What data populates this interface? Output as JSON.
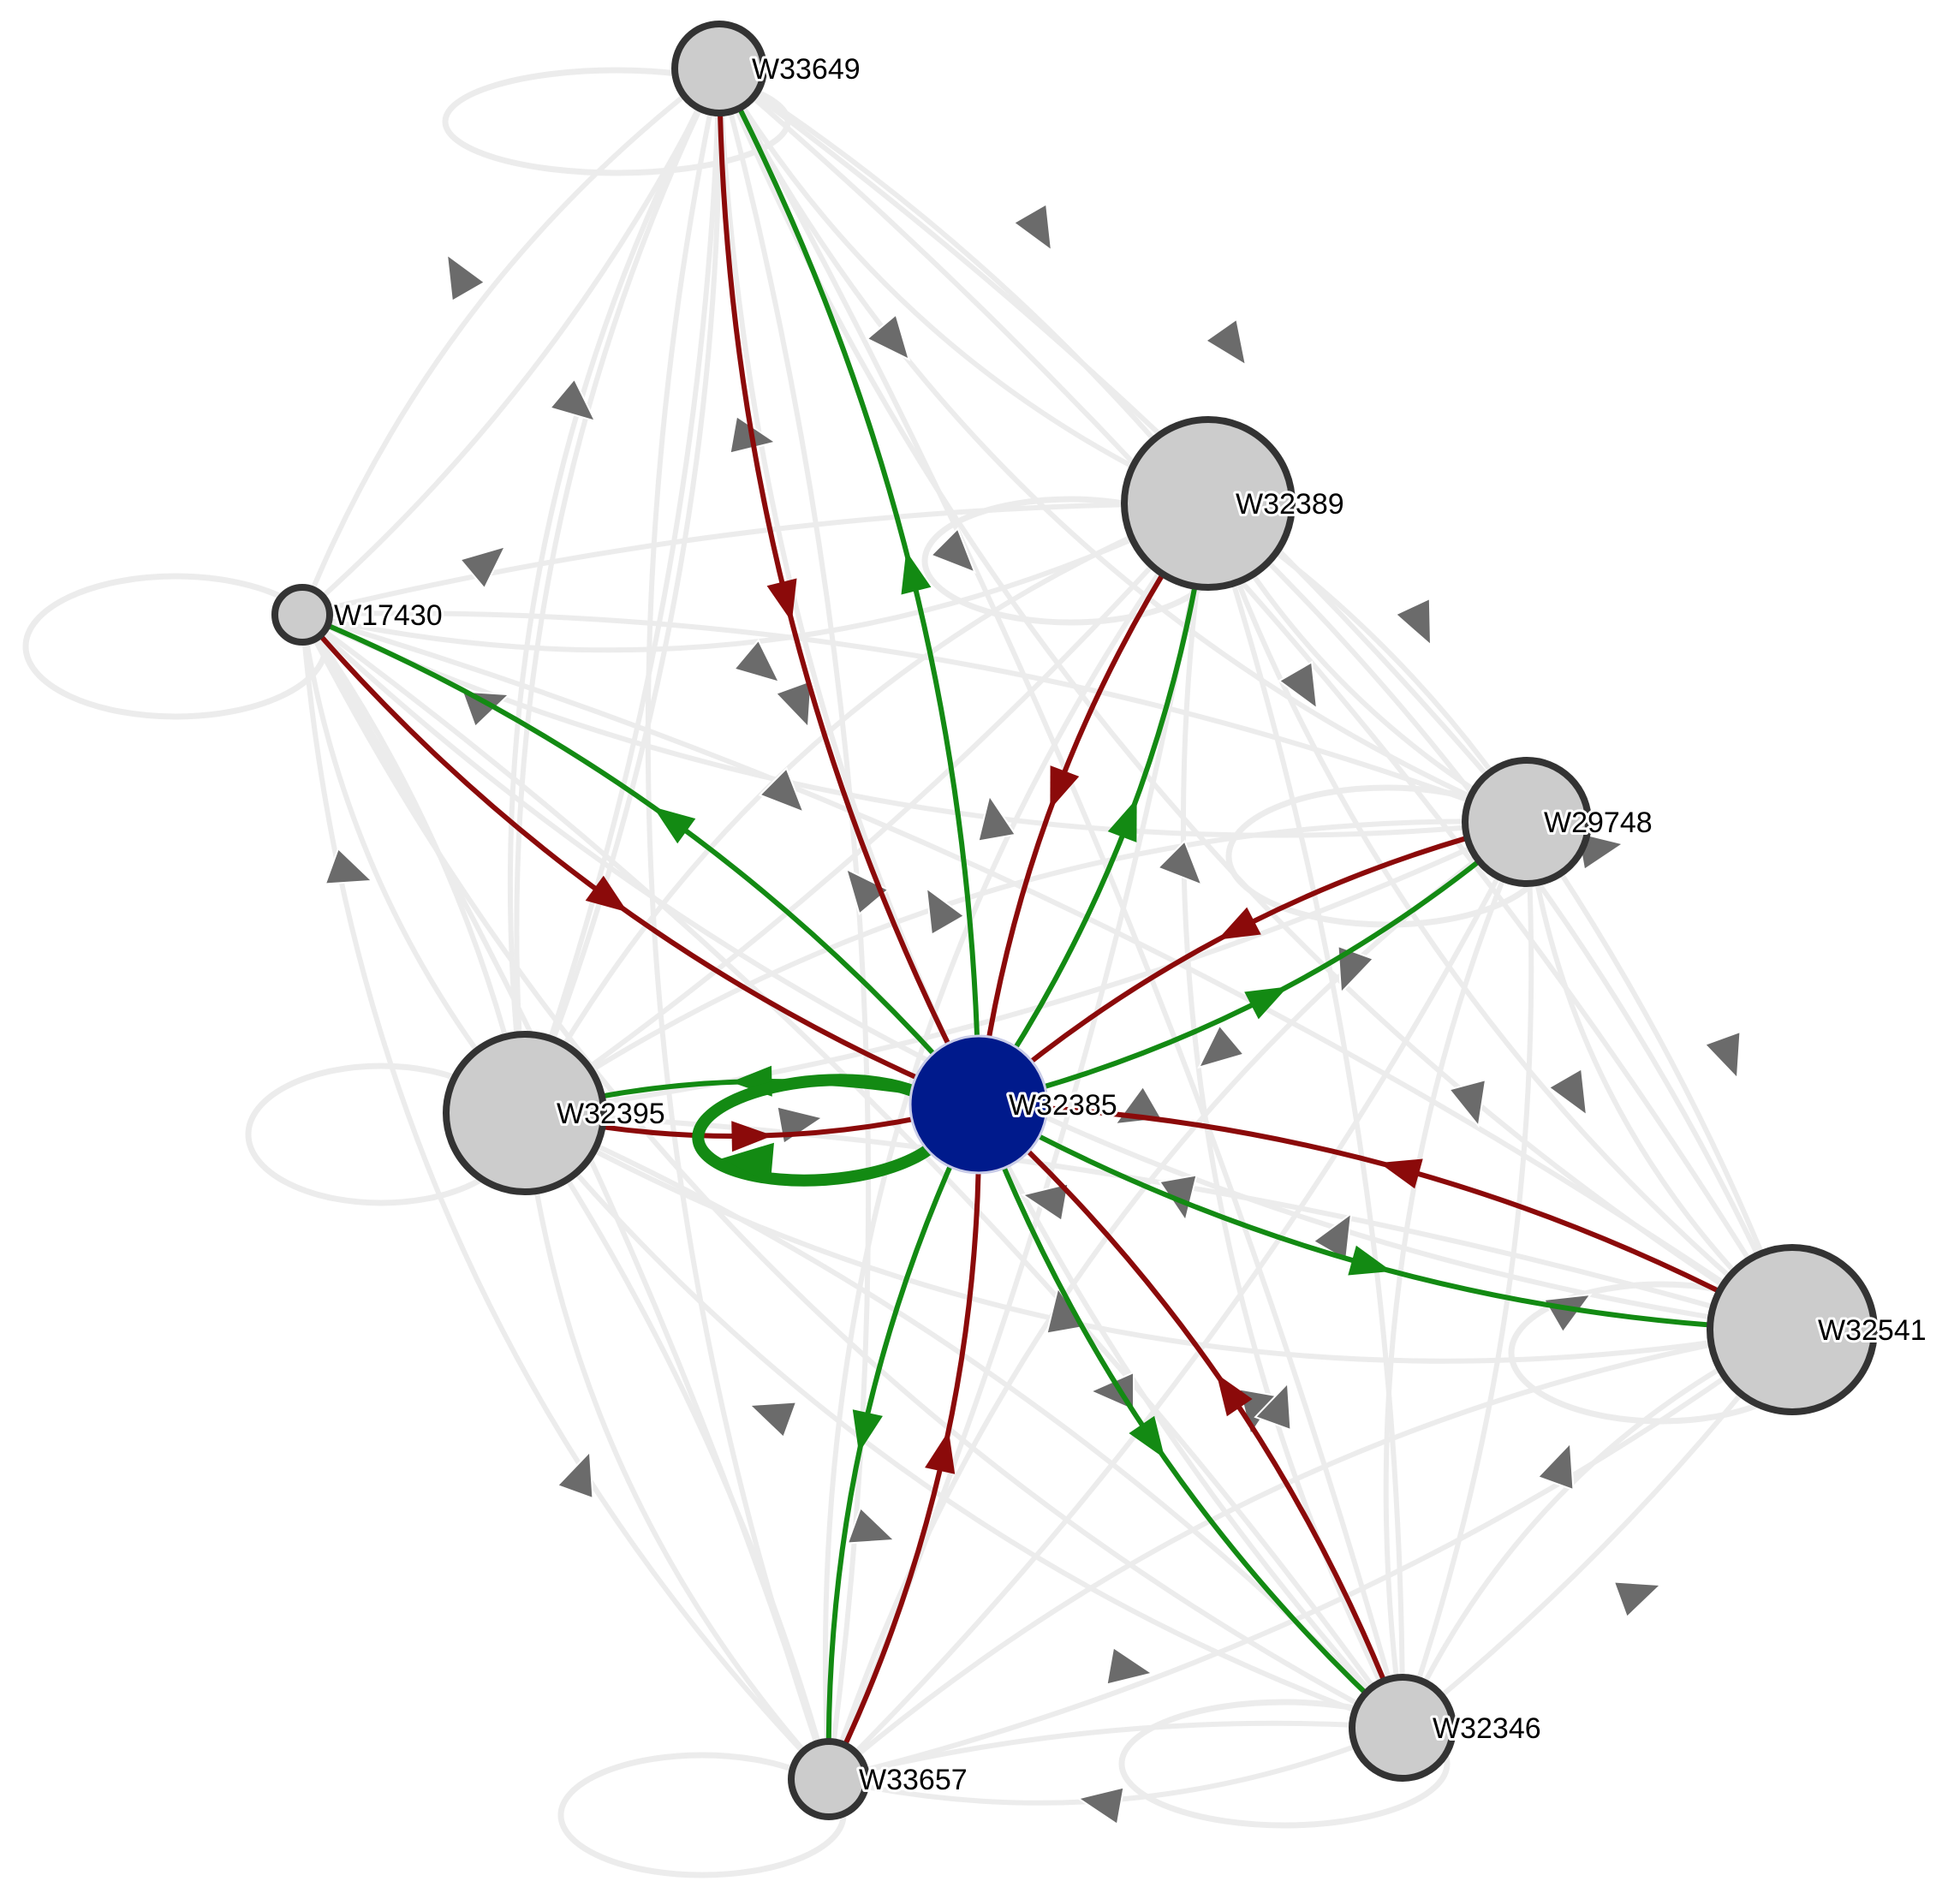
{
  "colors": {
    "background": "#ffffff",
    "background_edge": "#ececec",
    "ghost_arrow": "#6b6b6b",
    "outgoing": "#138a13",
    "incoming": "#8b0a0a",
    "center_fill": "#001a8c",
    "node_fill": "#cccccc",
    "node_stroke": "#333333"
  },
  "nodes": [
    {
      "id": "W33649",
      "label": "W33649",
      "role": "neighbor"
    },
    {
      "id": "W32389",
      "label": "W32389",
      "role": "neighbor"
    },
    {
      "id": "W17430",
      "label": "W17430",
      "role": "neighbor"
    },
    {
      "id": "W29748",
      "label": "W29748",
      "role": "neighbor"
    },
    {
      "id": "W32395",
      "label": "W32395",
      "role": "neighbor"
    },
    {
      "id": "W32385",
      "label": "W32385",
      "role": "focus"
    },
    {
      "id": "W32541",
      "label": "W32541",
      "role": "neighbor"
    },
    {
      "id": "W32346",
      "label": "W32346",
      "role": "neighbor"
    },
    {
      "id": "W33657",
      "label": "W33657",
      "role": "neighbor"
    }
  ],
  "highlighted_edges": [
    {
      "from": "W32385",
      "to": "W33649",
      "kind": "outgoing"
    },
    {
      "from": "W33649",
      "to": "W32385",
      "kind": "incoming"
    },
    {
      "from": "W32385",
      "to": "W32389",
      "kind": "outgoing"
    },
    {
      "from": "W32389",
      "to": "W32385",
      "kind": "incoming"
    },
    {
      "from": "W32385",
      "to": "W17430",
      "kind": "outgoing"
    },
    {
      "from": "W17430",
      "to": "W32385",
      "kind": "incoming"
    },
    {
      "from": "W32385",
      "to": "W29748",
      "kind": "outgoing"
    },
    {
      "from": "W29748",
      "to": "W32385",
      "kind": "incoming"
    },
    {
      "from": "W32385",
      "to": "W32395",
      "kind": "outgoing"
    },
    {
      "from": "W32395",
      "to": "W32385",
      "kind": "incoming"
    },
    {
      "from": "W32385",
      "to": "W32541",
      "kind": "outgoing"
    },
    {
      "from": "W32541",
      "to": "W32385",
      "kind": "incoming"
    },
    {
      "from": "W32385",
      "to": "W32346",
      "kind": "outgoing"
    },
    {
      "from": "W32346",
      "to": "W32385",
      "kind": "incoming"
    },
    {
      "from": "W32385",
      "to": "W33657",
      "kind": "outgoing"
    },
    {
      "from": "W33657",
      "to": "W32385",
      "kind": "incoming"
    }
  ]
}
